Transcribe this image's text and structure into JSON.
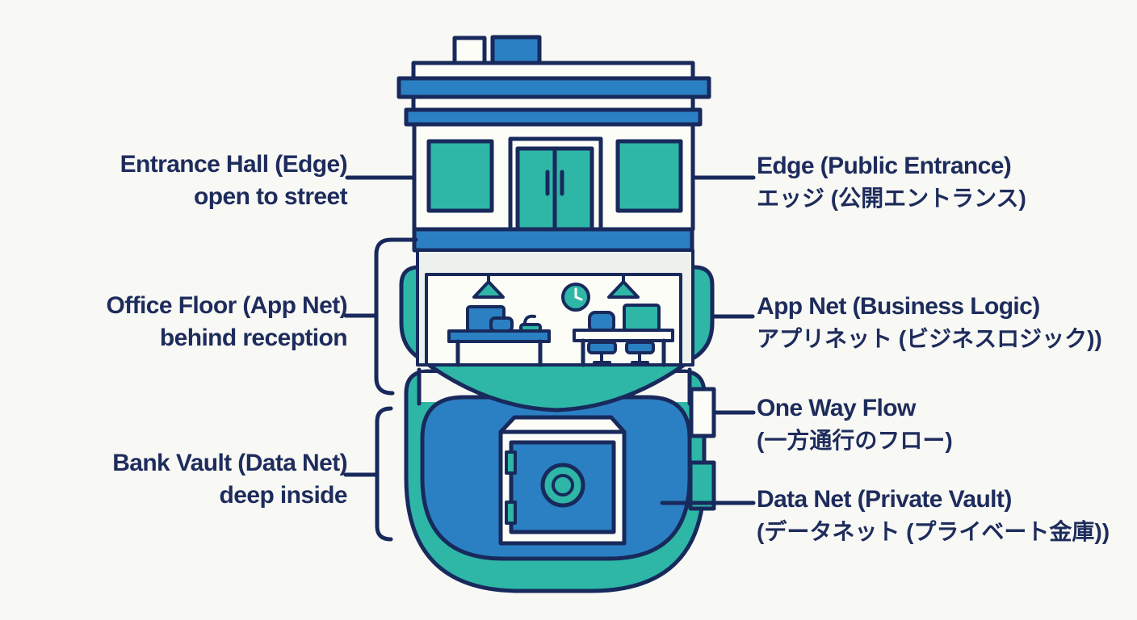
{
  "colors": {
    "background": "#f8f8f5",
    "outline_navy": "#18295c",
    "text_navy": "#1e2c5c",
    "blue": "#2b80c3",
    "teal": "#2eb6a7",
    "panel": "#ecf1ee",
    "white": "#fdfdf8"
  },
  "left_labels": [
    {
      "line1": "Entrance Hall (Edge)",
      "line2": "open to street"
    },
    {
      "line1": "Office Floor (App Net)",
      "line2": "behind reception"
    },
    {
      "line1": "Bank Vault (Data Net)",
      "line2": "deep inside"
    }
  ],
  "right_labels": [
    {
      "line1": "Edge (Public Entrance)",
      "line2": "エッジ (公開エントランス)"
    },
    {
      "line1": "App Net (Business Logic)",
      "line2": "アプリネット (ビジネスロジック))"
    },
    {
      "line1": "One Way Flow",
      "line2": "(一方通行のフロー)"
    },
    {
      "line1": "Data Net (Private Vault)",
      "line2": "(データネット (プライベート金庫))"
    }
  ],
  "icons": {
    "building": "bank-building-cutaway-icon",
    "window": "storefront-window-icon",
    "door": "double-entrance-door-icon",
    "lamp": "pendant-lamp-icon",
    "clock": "wall-clock-icon",
    "desk": "office-desk-icon",
    "chair": "office-chair-icon",
    "monitor": "computer-monitor-icon",
    "safe": "vault-safe-icon",
    "dial": "combination-dial-icon"
  }
}
